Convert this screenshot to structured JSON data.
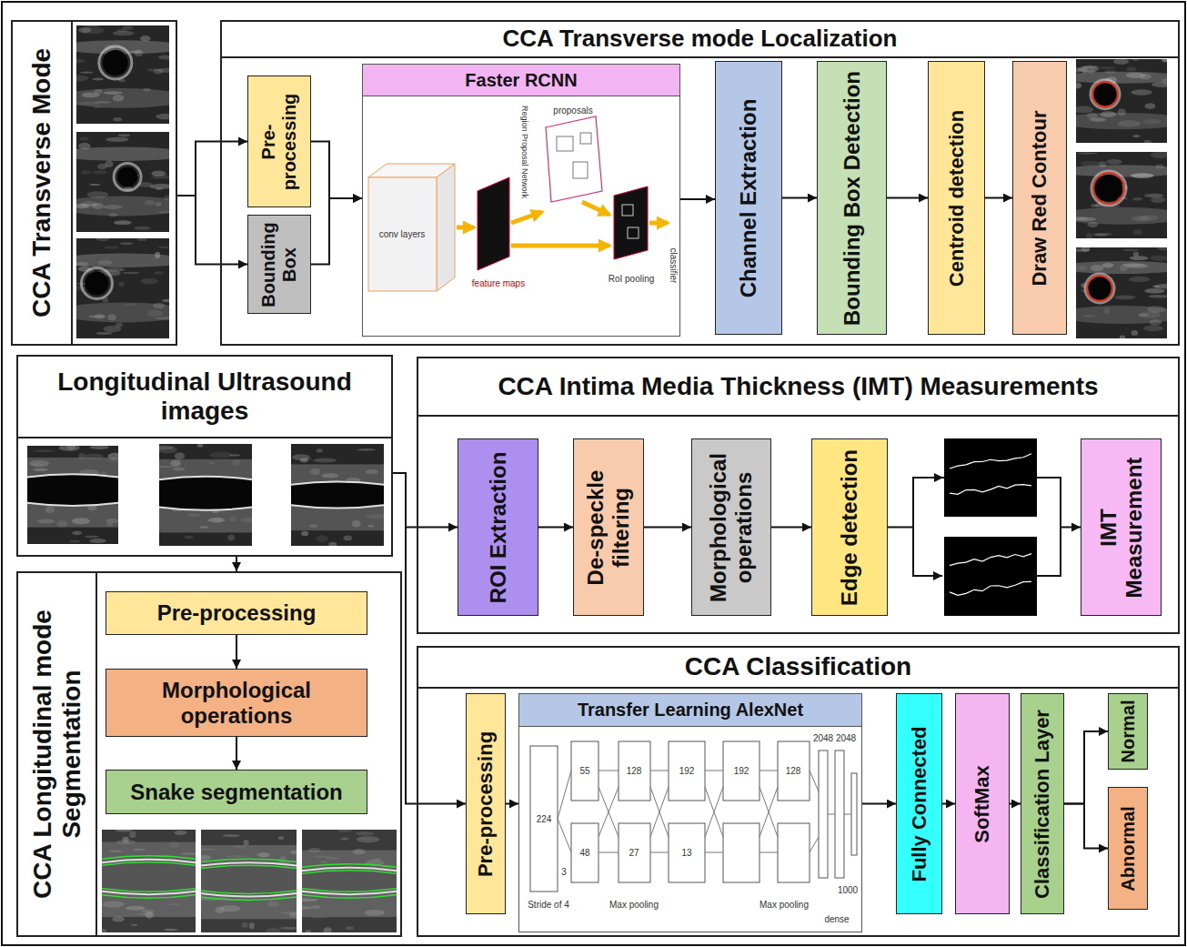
{
  "diagram": {
    "nodes": [
      {
        "text": [
          "CCA Transverse Mode"
        ]
      },
      {
        "text": [
          "CCA Transverse mode Localization"
        ]
      },
      {
        "text": [
          "Pre-processing"
        ],
        "in": 1
      },
      {
        "text": [
          "Bounding Box"
        ],
        "in": 1
      },
      {
        "text": [
          "Faster RCNN"
        ],
        "in": 1
      },
      {
        "text": [
          "Channel Extraction"
        ],
        "in": 1
      },
      {
        "text": [
          "Bounding Box Detection"
        ],
        "in": 1
      },
      {
        "text": [
          "Centroid detection"
        ],
        "in": 1
      },
      {
        "text": [
          "Draw Red Contour"
        ],
        "in": 1
      },
      {
        "text": [
          "Longitudinal Ultrasound images"
        ]
      },
      {
        "text": [
          "CCA Intima Media Thickness (IMT) Measurements"
        ]
      },
      {
        "text": [
          "ROI Extraction"
        ],
        "in": 10
      },
      {
        "text": [
          "De-speckle filtering"
        ],
        "in": 10
      },
      {
        "text": [
          "Morphological operations"
        ],
        "in": 10
      },
      {
        "text": [
          "Edge detection"
        ],
        "in": 10
      },
      {
        "text": [
          "IMT Measurement"
        ],
        "in": 10
      },
      {
        "text": [
          "CCA Longitudinal mode Segmentation"
        ]
      },
      {
        "text": [
          "Pre-processing"
        ],
        "in": 16
      },
      {
        "text": [
          "Morphological operations"
        ],
        "in": 16
      },
      {
        "text": [
          "Snake segmentation"
        ],
        "in": 16
      },
      {
        "text": [
          "CCA Classification"
        ]
      },
      {
        "text": [
          "Pre-processing"
        ],
        "in": 20
      },
      {
        "text": [
          "Transfer Learning AlexNet"
        ],
        "in": 20
      },
      {
        "text": [
          "Fully Connected"
        ],
        "in": 20
      },
      {
        "text": [
          "SoftMax"
        ],
        "in": 20
      },
      {
        "text": [
          "Classification Layer"
        ],
        "in": 20
      },
      {
        "text": [
          "Normal"
        ],
        "in": 20
      },
      {
        "text": [
          "Abnormal"
        ],
        "in": 20
      }
    ],
    "edges": [
      {
        "from": 0,
        "to": 2,
        "arrow": "to"
      },
      {
        "from": 0,
        "to": 3,
        "arrow": "to"
      },
      {
        "from": 2,
        "to": 4,
        "arrow": "to"
      },
      {
        "from": 3,
        "to": 4,
        "arrow": "to"
      },
      {
        "from": 4,
        "to": 5,
        "arrow": "to"
      },
      {
        "from": 5,
        "to": 6,
        "arrow": "to"
      },
      {
        "from": 6,
        "to": 7,
        "arrow": "to"
      },
      {
        "from": 7,
        "to": 8,
        "arrow": "to"
      },
      {
        "from": 9,
        "to": 11,
        "arrow": "to"
      },
      {
        "from": 9,
        "to": 16,
        "arrow": "to"
      },
      {
        "from": 9,
        "to": 21,
        "arrow": "to"
      },
      {
        "from": 11,
        "to": 12,
        "arrow": "to"
      },
      {
        "from": 12,
        "to": 13,
        "arrow": "to"
      },
      {
        "from": 13,
        "to": 14,
        "arrow": "to"
      },
      {
        "from": 14,
        "to": 15,
        "arrow": "to"
      },
      {
        "from": 17,
        "to": 18,
        "arrow": "to"
      },
      {
        "from": 18,
        "to": 19,
        "arrow": "to"
      },
      {
        "from": 21,
        "to": 22,
        "arrow": "to"
      },
      {
        "from": 22,
        "to": 23,
        "arrow": "to"
      },
      {
        "from": 23,
        "to": 24,
        "arrow": "to"
      },
      {
        "from": 24,
        "to": 25,
        "arrow": "to"
      },
      {
        "from": 25,
        "to": 26,
        "arrow": "to"
      },
      {
        "from": 25,
        "to": 27,
        "arrow": "to"
      }
    ],
    "labels": [
      "conv layers",
      "Region Proposal Network",
      "feature maps",
      "proposals",
      "RoI pooling",
      "classifier",
      "224",
      "3",
      "Stride of 4",
      "55",
      "48",
      "128",
      "27",
      "Max pooling",
      "192",
      "13",
      "192",
      "128",
      "Max pooling",
      "2048",
      "2048",
      "dense",
      "1000"
    ]
  }
}
